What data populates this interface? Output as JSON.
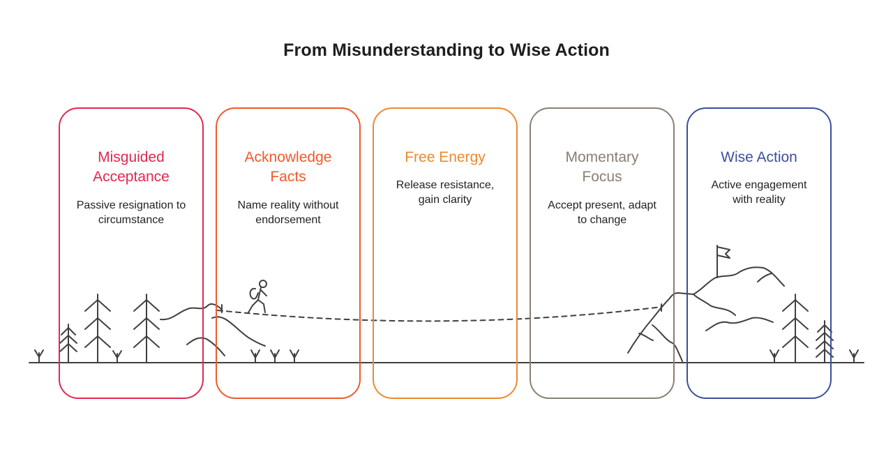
{
  "title": "From Misunderstanding to Wise Action",
  "colors": {
    "line": "#3f3f3f",
    "background": "#ffffff",
    "stage_1": "#e0294f",
    "stage_2": "#ee5a2c",
    "stage_3": "#eb8a2e",
    "stage_4": "#8a7f72",
    "stage_5": "#3b4f9c"
  },
  "stages": [
    {
      "title_lines": [
        "Misguided",
        "Acceptance"
      ],
      "desc_lines": [
        "Passive resignation to",
        "circumstance"
      ]
    },
    {
      "title_lines": [
        "Acknowledge",
        "Facts"
      ],
      "desc_lines": [
        "Name reality without",
        "endorsement"
      ]
    },
    {
      "title_lines": [
        "Free Energy"
      ],
      "desc_lines": [
        "Release resistance,",
        "gain clarity"
      ]
    },
    {
      "title_lines": [
        "Momentary",
        "Focus"
      ],
      "desc_lines": [
        "Accept present, adapt",
        "to change"
      ]
    },
    {
      "title_lines": [
        "Wise Action"
      ],
      "desc_lines": [
        "Active engagement",
        "with reality"
      ]
    }
  ],
  "icons": [
    "tree-icon",
    "grass-icon",
    "hiker-icon",
    "mountain-icon",
    "flag-icon"
  ]
}
